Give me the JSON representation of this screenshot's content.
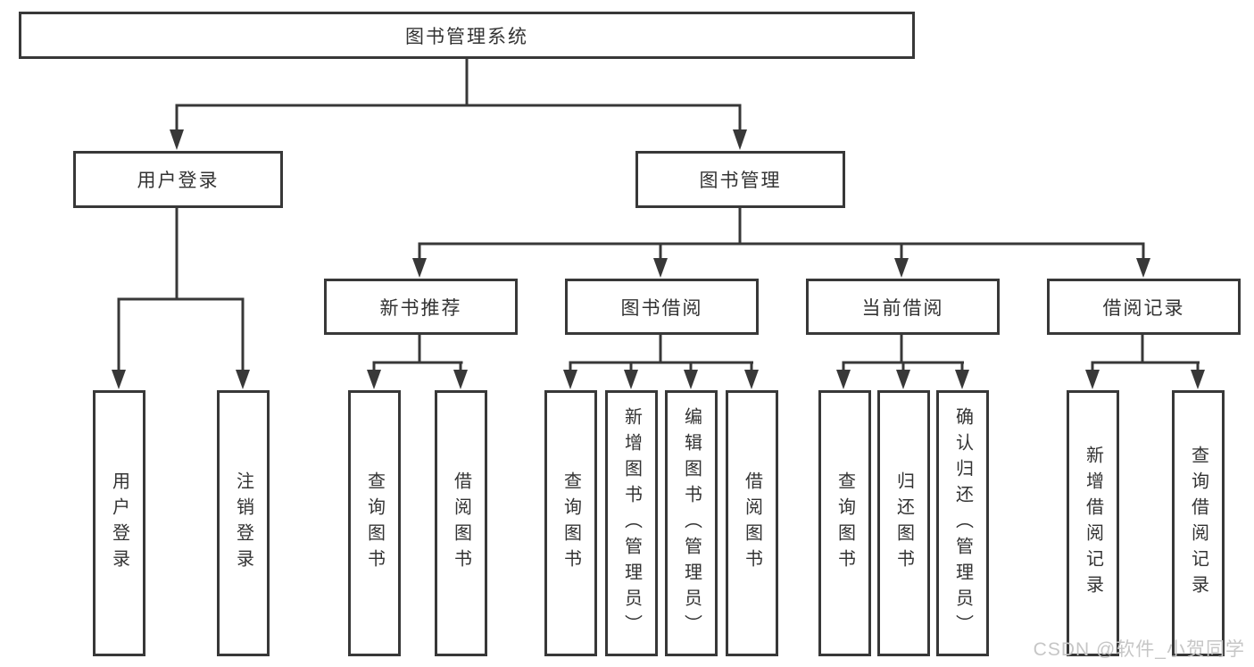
{
  "diagram": {
    "title": "图书管理系统",
    "root": {
      "label": "图书管理系统"
    },
    "l2": [
      {
        "label": "用户登录"
      },
      {
        "label": "图书管理"
      }
    ],
    "l3": [
      {
        "label": "新书推荐"
      },
      {
        "label": "图书借阅"
      },
      {
        "label": "当前借阅"
      },
      {
        "label": "借阅记录"
      }
    ],
    "leaves": {
      "login": [
        "用户登录",
        "注销登录"
      ],
      "recommend": [
        "查询图书",
        "借阅图书"
      ],
      "borrow": [
        "查询图书",
        "新增图书（管理员）",
        "编辑图书（管理员）",
        "借阅图书"
      ],
      "current": [
        "查询图书",
        "归还图书",
        "确认归还（管理员）"
      ],
      "records": [
        "新增借阅记录",
        "查询借阅记录"
      ]
    },
    "watermark": "CSDN @软件_小贺同学",
    "colors": {
      "line": "#383838",
      "text": "#333333",
      "box_background": "#ffffff",
      "watermark": "#c6c6c6",
      "page_background": "#ffffff"
    }
  }
}
